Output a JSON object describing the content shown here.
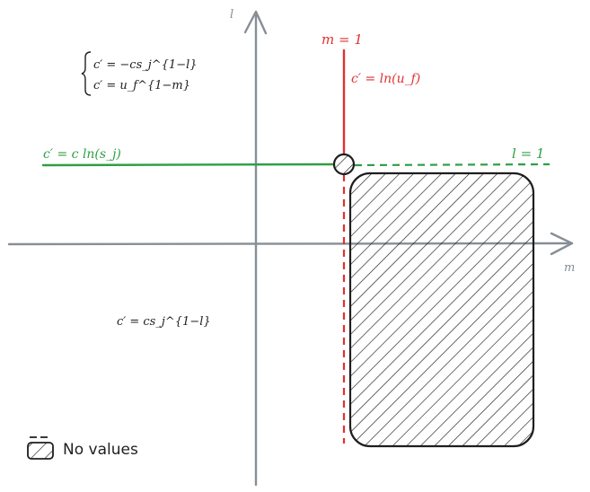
{
  "axes": {
    "vertical_label": "l",
    "horizontal_label": "m"
  },
  "lines": {
    "m_equals_1": "m = 1",
    "l_equals_1": "l = 1",
    "red_formula": "c′ = ln(u_f)",
    "green_formula": "c′ = c ln(s_j)"
  },
  "region_formulas": {
    "upper_left_line1": "c′ = −cs_j^{1−l}",
    "upper_left_line2": "c′ = u_f^{1−m}",
    "lower_left": "c′ = cs_j^{1−l}"
  },
  "legend": {
    "no_values_label": "No values"
  },
  "colors": {
    "axis": "#868e96",
    "red": "#e03131",
    "green": "#2f9e44",
    "ink": "#1e1e1e"
  }
}
